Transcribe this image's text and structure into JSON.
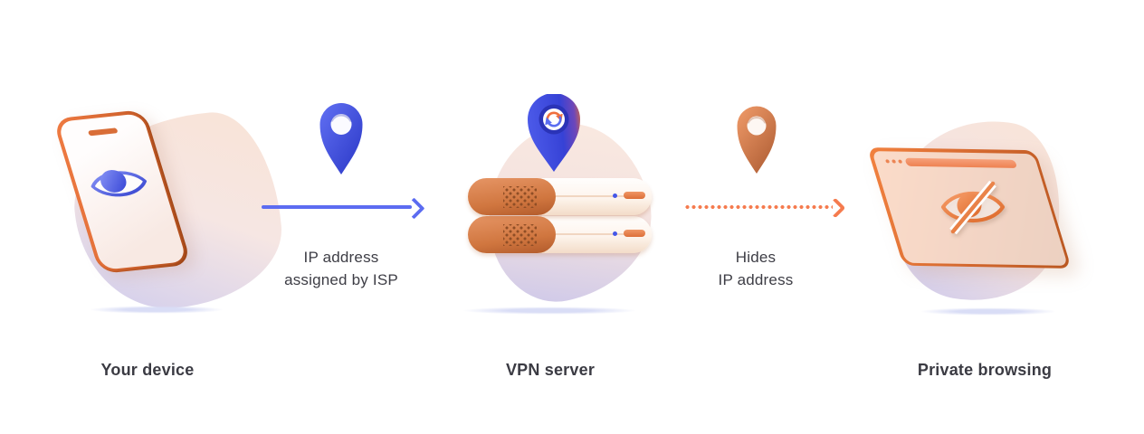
{
  "page": {
    "background": "#ffffff"
  },
  "diagram": {
    "nodes": [
      {
        "id": "device",
        "label": "Your device",
        "illustration": "smartphone-with-eye-icon"
      },
      {
        "id": "vpn_server",
        "label": "VPN server",
        "illustration": "server-stack-with-location-pin-sync-icon"
      },
      {
        "id": "private_browsing",
        "label": "Private browsing",
        "illustration": "browser-window-with-eye-off-icon"
      }
    ],
    "flows": [
      {
        "id": "isp_to_vpn",
        "lines": [
          "IP address",
          "assigned by ISP"
        ],
        "arrow_style": "solid",
        "arrow_color": "#5c6cf1",
        "pin_icon": "location-pin-icon",
        "pin_color": "#3c4ad6"
      },
      {
        "id": "vpn_to_web",
        "lines": [
          "Hides",
          "IP address"
        ],
        "arrow_style": "dotted",
        "arrow_color": "#f57b4e",
        "pin_icon": "location-pin-icon",
        "pin_color": "#cc6f3f"
      }
    ]
  },
  "icons": {
    "device_screen": "eye-icon",
    "vpn_pin_center": "sync-arrows-icon",
    "browser_content": "eye-off-icon",
    "browser_chrome": [
      "traffic-dots-icon",
      "address-bar"
    ]
  },
  "colors": {
    "text": "#3b3b43",
    "blue_accent": "#5c6cf1",
    "blue_deep": "#2a37c6",
    "orange_accent": "#f57b4e",
    "orange_deep": "#b15a2b",
    "blob_peach": "#f8e4d9",
    "blob_lavender": "#d5d0ec",
    "ground_shadow": "#d9ddf6"
  }
}
